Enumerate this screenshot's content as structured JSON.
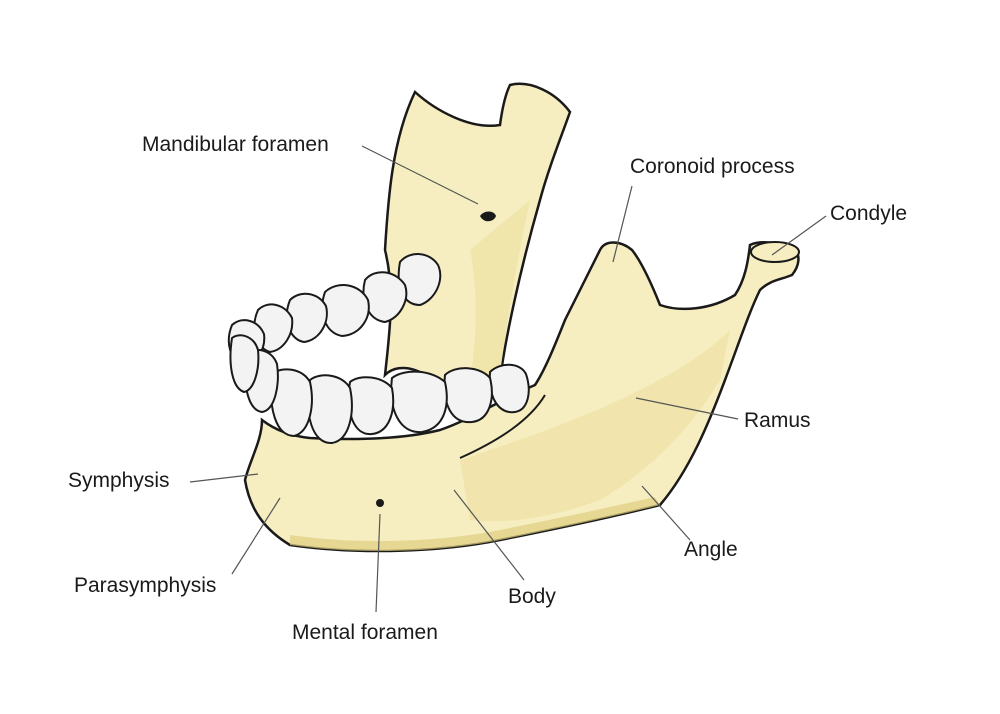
{
  "labels": {
    "mandibular_foramen": "Mandibular foramen",
    "coronoid_process": "Coronoid process",
    "condyle": "Condyle",
    "ramus": "Ramus",
    "symphysis": "Symphysis",
    "angle": "Angle",
    "parasymphysis": "Parasymphysis",
    "body": "Body",
    "mental_foramen": "Mental foramen"
  },
  "colors": {
    "bone": "#f6eec0",
    "bone_shade": "#ecdf9c",
    "outline": "#1a1a1a",
    "tooth": "#f3f3f3",
    "leader_line": "#555555"
  }
}
